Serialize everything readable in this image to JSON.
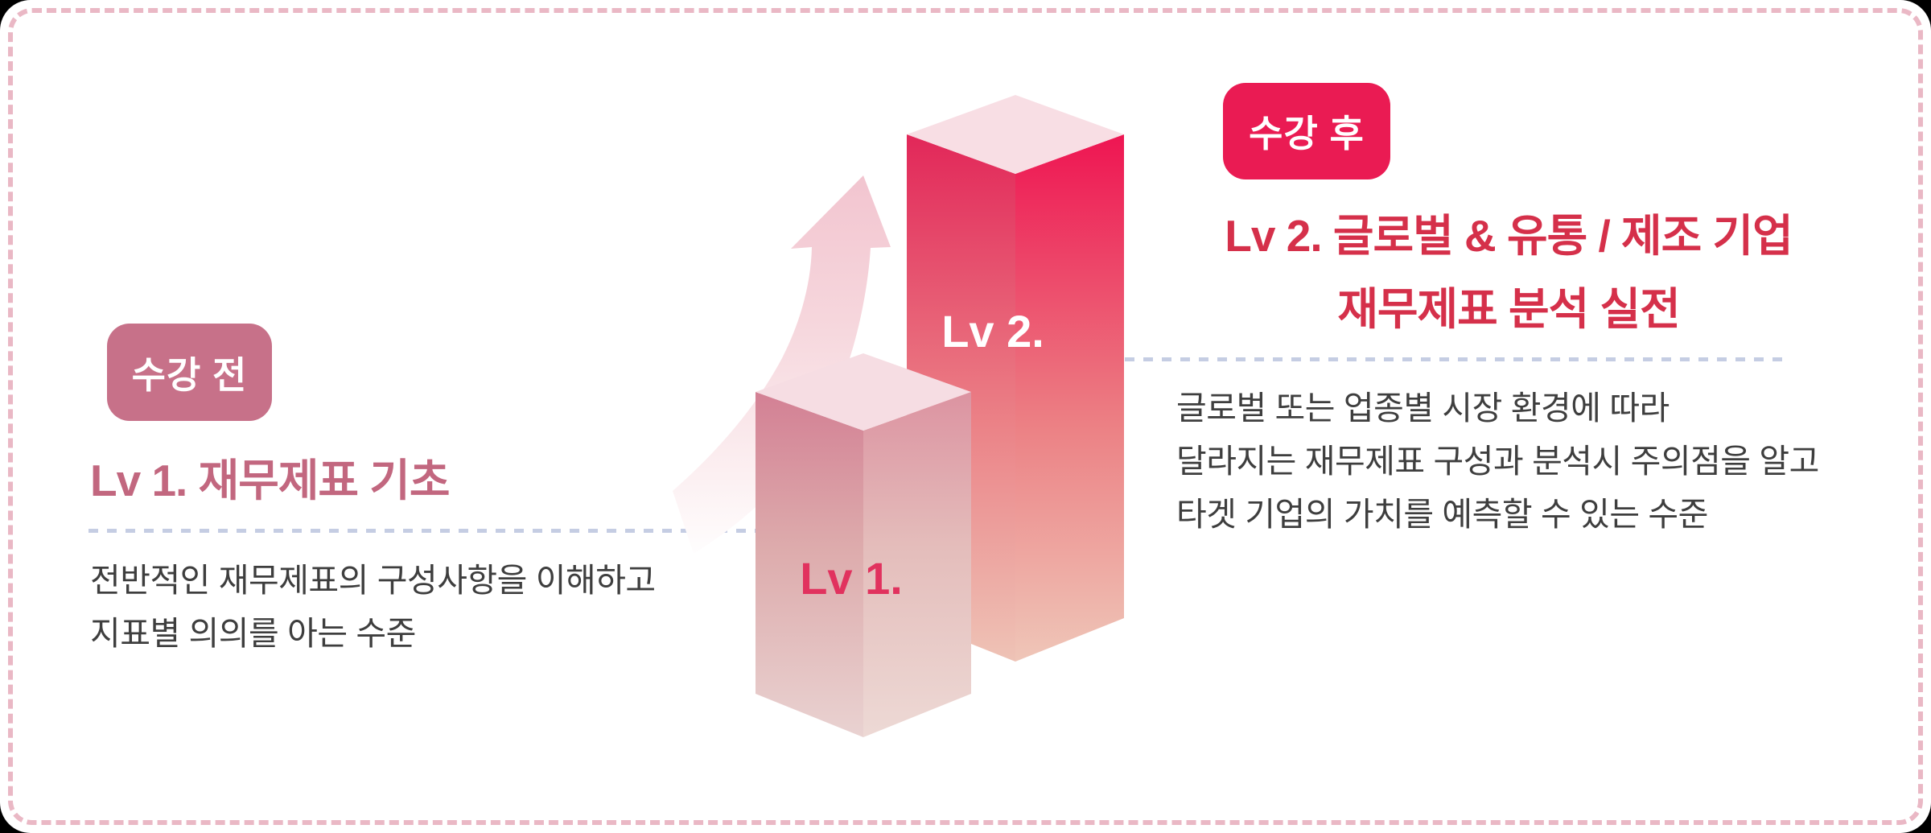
{
  "canvas": {
    "panel_bg": "#ffffff",
    "outer_bg": "#000000",
    "frame_dash_color": "#eab8c5",
    "divider_dash_color": "#c5cde3"
  },
  "before": {
    "badge_label": "수강 전",
    "badge_bg": "#c77189",
    "title": "Lv 1. 재무제표 기초",
    "title_color": "#c2677f",
    "description_lines": [
      "전반적인 재무제표의 구성사항을 이해하고",
      "지표별 의의를 아는 수준"
    ]
  },
  "after": {
    "badge_label": "수강 후",
    "badge_bg": "#ea1b53",
    "title_lines": [
      "Lv 2. 글로벌 & 유통 / 제조 기업",
      "재무제표 분석 실전"
    ],
    "title_color": "#d5304a",
    "description_lines": [
      "글로벌 또는 업종별 시장 환경에 따라",
      "달라지는 재무제표 구성과 분석시 주의점을 알고",
      "타겟 기업의 가치를 예측할 수 있는 수준"
    ]
  },
  "level_bars": {
    "bars": [
      {
        "label": "Lv 1.",
        "label_color": "#e1325e",
        "relative_height": "short"
      },
      {
        "label": "Lv 2.",
        "label_color": "#ffffff",
        "relative_height": "tall"
      }
    ],
    "arrow": "growth-up-arrow",
    "bar2_top_color": "#ee1552",
    "bar_bottom_fade": "#efc6b8"
  }
}
